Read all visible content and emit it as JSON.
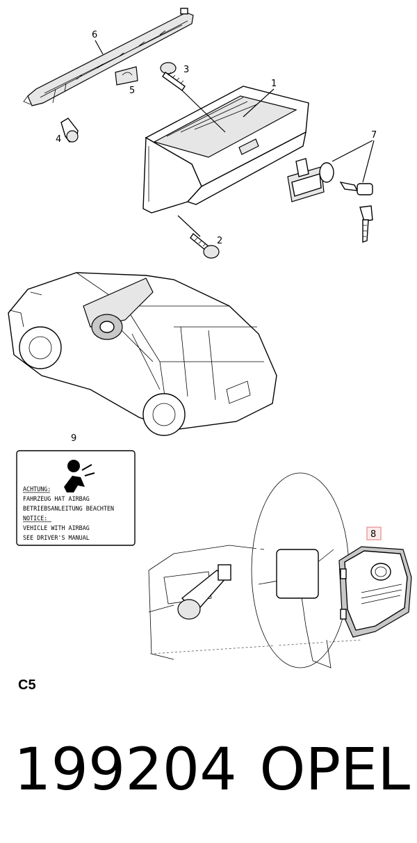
{
  "callouts": [
    {
      "id": "1",
      "label": "1"
    },
    {
      "id": "2",
      "label": "2"
    },
    {
      "id": "3",
      "label": "3"
    },
    {
      "id": "4",
      "label": "4"
    },
    {
      "id": "5",
      "label": "5"
    },
    {
      "id": "6",
      "label": "6"
    },
    {
      "id": "7",
      "label": "7"
    },
    {
      "id": "8",
      "label": "8"
    },
    {
      "id": "9",
      "label": "9"
    }
  ],
  "notice_card": {
    "line1": "ACHTUNG:",
    "line2": "FAHRZEUG HAT AIRBAG",
    "line3": "BETRIEBSANLEITUNG BEACHTEN",
    "line4": "NOTICE:",
    "line5": "VEHICLE WITH AIRBAG",
    "line6": "SEE DRIVER'S MANUAL"
  },
  "section_code": "C5",
  "footer": {
    "code": "199204",
    "brand": "OPEL"
  },
  "colors": {
    "highlight_box": "#e8a0a0",
    "highlight_fill": "#fdeaea"
  }
}
